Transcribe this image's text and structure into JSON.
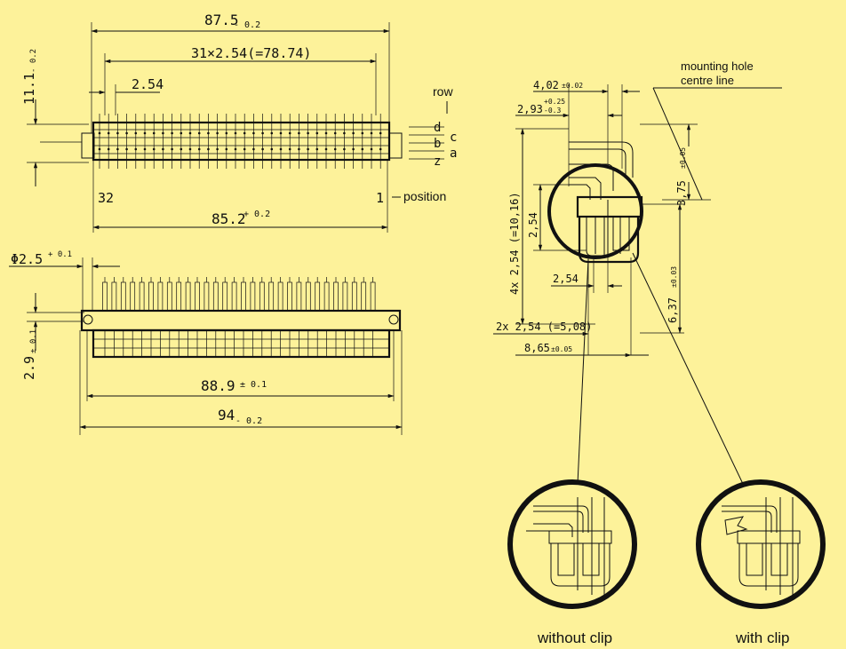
{
  "colors": {
    "background": "#fdf29a",
    "ink": "#111111"
  },
  "top_view": {
    "width_overall": "87.5",
    "width_overall_tol": "- 0.2",
    "pitch_span": "31×2.54(=78.74)",
    "pitch": "2.54",
    "height": "11.1",
    "height_tol": "- 0.2",
    "pos_left": "32",
    "pos_right": "1",
    "position_label": "position",
    "base_width": "85.2",
    "base_width_tol": "+ 0.2",
    "row_label": "row",
    "rows": [
      "d",
      "c",
      "b",
      "a",
      "z"
    ]
  },
  "bottom_view": {
    "hole_dia": "Φ2.5",
    "hole_dia_tol": "+ 0.1",
    "hole_offset": "2.9",
    "hole_offset_tol": "± 0.1",
    "hole_pitch": "88.9",
    "hole_pitch_tol": "± 0.1",
    "total_width": "94",
    "total_width_tol": "- 0.2"
  },
  "side_view": {
    "mounting_note_1": "mounting hole",
    "mounting_note_2": "centre line",
    "d402": "4,02",
    "d402_tol": "±0.02",
    "d293": "2,93",
    "d293_tol_up": "+0.25",
    "d293_tol_dn": "-0.3",
    "d375": "3,75",
    "d375_tol": "±0.05",
    "d254v": "2,54",
    "d4x": "4x 2,54 (=10,16)",
    "d254h": "2,54",
    "d637": "6,37",
    "d637_tol": "±0.03",
    "d2x": "2x 2,54 (=5,08)",
    "d865": "8,65",
    "d865_tol": "±0.05"
  },
  "details": {
    "without_clip": "without clip",
    "with_clip": "with clip"
  }
}
